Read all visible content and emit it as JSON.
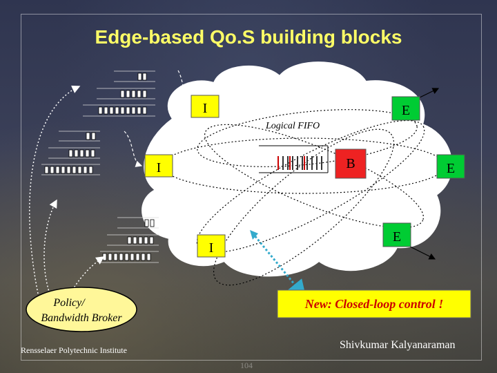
{
  "slide": {
    "title": "Edge-based Qo.S building blocks",
    "footer_left": "Rensselaer Polytechnic Institute",
    "footer_right": "Shivkumar Kalyanaraman",
    "page_number": "104"
  },
  "diagram": {
    "cloud_label": "Logical FIFO",
    "ingress_labels": [
      "I",
      "I",
      "I"
    ],
    "egress_labels": [
      "E",
      "E",
      "E"
    ],
    "core_label": "B",
    "broker_label_line1": "Policy/",
    "broker_label_line2": "Bandwidth Broker",
    "callout": "New: Closed-loop control !"
  },
  "colors": {
    "title": "#ffff66",
    "ingress_fill": "#ffff00",
    "egress_fill": "#00cc33",
    "core_fill": "#ee2222",
    "callout_fill": "#ffff00",
    "callout_text": "#cc0000",
    "broker_fill": "#fff799",
    "feedback_arrow": "#33aacc"
  }
}
